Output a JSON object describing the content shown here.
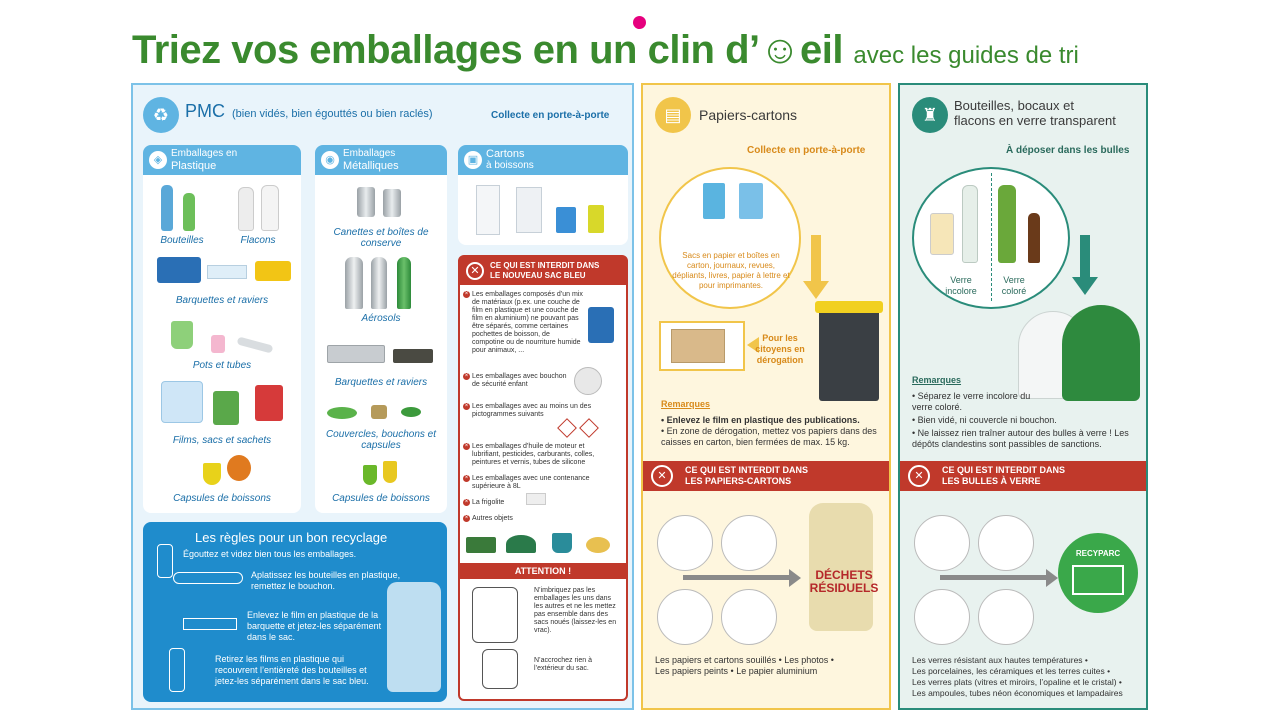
{
  "title": {
    "main": "Triez vos emballages en un clin d’☺eil",
    "sub": "avec les guides de tri"
  },
  "colors": {
    "green_title": "#3a8a2e",
    "pmc_blue": "#1b6fa8",
    "paper_yellow": "#f1c54a",
    "glass_teal": "#2a8c7a",
    "forbidden_red": "#c0392b",
    "accent_pink": "#e6007e"
  },
  "pmc": {
    "title": "PMC",
    "title_note": "(bien vidés, bien égouttés ou bien raclés)",
    "collect": "Collecte en porte-à-porte",
    "categories": [
      {
        "head_line1": "Emballages en",
        "head_line2": "Plastique"
      },
      {
        "head_line1": "Emballages",
        "head_line2": "Métalliques"
      },
      {
        "head_line1": "Cartons",
        "head_line2": "à boissons"
      }
    ],
    "plastic_labels": {
      "bottles": "Bouteilles",
      "flasks": "Flacons",
      "trays": "Barquettes et raviers",
      "pots": "Pots et tubes",
      "films": "Films, sacs et sachets",
      "capsules": "Capsules de boissons"
    },
    "metal_labels": {
      "cans": "Canettes et boîtes de conserve",
      "aerosols": "Aérosols",
      "trays": "Barquettes et raviers",
      "lids": "Couvercles, bouchons et capsules",
      "capsules": "Capsules de boissons"
    },
    "forbidden": {
      "title_line1": "CE QUI EST INTERDIT DANS",
      "title_line2": "LE NOUVEAU SAC BLEU",
      "items": [
        "Les emballages composés d’un mix de matériaux (p.ex. une couche de film en plastique et une couche de film en aluminium) ne pouvant pas être séparés, comme certaines pochettes de boisson, de compotine ou de nourriture humide pour animaux, ...",
        "Les emballages avec bouchon de sécurité enfant",
        "Les emballages avec au moins un des pictogrammes suivants",
        "Les emballages d’huile de moteur et lubrifiant, pesticides, carburants, colles, peintures et vernis, tubes de silicone",
        "Les emballages avec une contenance supérieure à 8L",
        "La frigolite",
        "Autres objets"
      ],
      "attention": "ATTENTION !",
      "attention_1": "N’imbriquez pas les emballages les uns dans les autres et ne les mettez pas ensemble dans des sacs noués (laissez-les en vrac).",
      "attention_2": "N’accrochez rien à l’extérieur du sac."
    },
    "rules": {
      "title": "Les règles pour un bon recyclage",
      "items": [
        "Égouttez et videz bien tous les emballages.",
        "Aplatissez les bouteilles en plastique, remettez le bouchon.",
        "Enlevez le film en plastique de la barquette et jetez-les séparément dans le sac.",
        "Retirez les films en plastique qui recouvrent l’entièreté des bouteilles et jetez-les séparément dans le sac bleu."
      ]
    }
  },
  "paper": {
    "title": "Papiers-cartons",
    "collect": "Collecte en porte-à-porte",
    "bubble_text": "Sacs en papier et boîtes en carton, journaux, revues, dépliants, livres, papier à lettre et pour imprimantes.",
    "derogation": "Pour les citoyens en dérogation",
    "remarks_title": "Remarques",
    "remarks": [
      "Enlevez le film en plastique des publications.",
      "En zone de dérogation, mettez vos papiers dans des caisses en carton, bien fermées de max. 15 kg."
    ],
    "forbidden_line1": "CE QUI EST INTERDIT DANS",
    "forbidden_line2": "LES PAPIERS-CARTONS",
    "residual_line1": "DÉCHETS",
    "residual_line2": "RÉSIDUELS",
    "bottom_line1": "Les papiers et cartons souillés • Les photos •",
    "bottom_line2": "Les papiers peints • Le papier aluminium"
  },
  "glass": {
    "title_line1": "Bouteilles, bocaux et",
    "title_line2": "flacons en verre transparent",
    "collect": "À déposer dans les bulles",
    "clear": "Verre incolore",
    "colored": "Verre coloré",
    "remarks_title": "Remarques",
    "remarks": [
      "Séparez le verre incolore du verre coloré.",
      "Bien vidé, ni couvercle ni bouchon.",
      "Ne laissez rien traîner autour des bulles à verre ! Les dépôts clandestins sont passibles de sanctions."
    ],
    "forbidden_line1": "CE QUI EST INTERDIT DANS",
    "forbidden_line2": "LES BULLES À VERRE",
    "recyparc": "RECYPARC",
    "bottom": [
      "Les verres résistant aux hautes températures •",
      "Les porcelaines, les céramiques et les terres cuites •",
      "Les verres plats (vitres et miroirs, l’opaline et le cristal) •",
      "Les ampoules, tubes néon économiques et lampadaires"
    ]
  }
}
